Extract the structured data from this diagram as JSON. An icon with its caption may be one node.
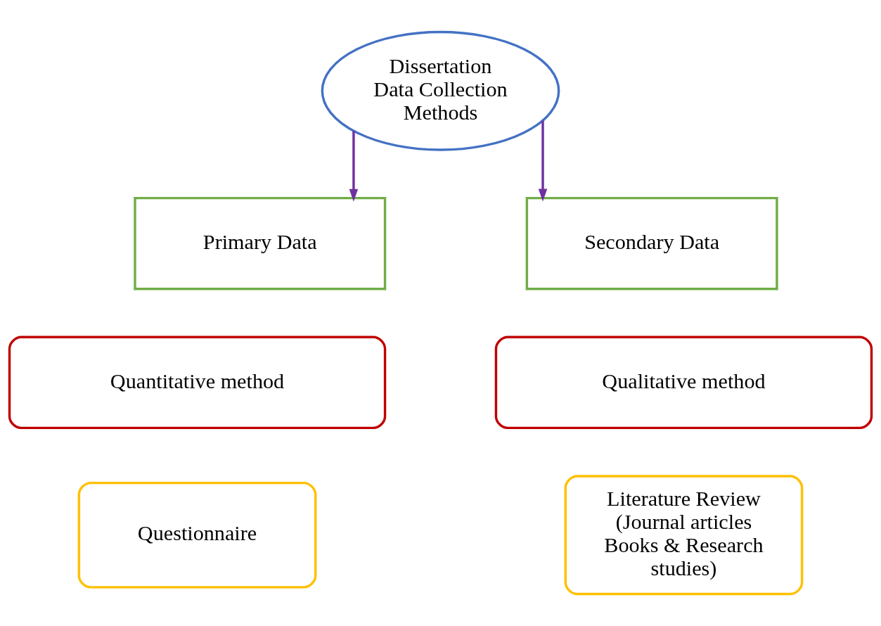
{
  "diagram": {
    "nodes": [
      {
        "text": [
          "Dissertation Data Collection Methods"
        ]
      },
      {
        "text": [
          "Primary Data"
        ]
      },
      {
        "text": [
          "Secondary Data"
        ]
      },
      {
        "text": [
          "Quantitative method"
        ]
      },
      {
        "text": [
          "Qualitative method"
        ]
      },
      {
        "text": [
          "Questionnaire"
        ]
      },
      {
        "text": [
          "Literature Review (Journal articles Books & Research studies)"
        ]
      }
    ],
    "edges": [
      {
        "from": 0,
        "to": 1,
        "arrow": "to"
      },
      {
        "from": 0,
        "to": 2,
        "arrow": "to"
      }
    ]
  }
}
